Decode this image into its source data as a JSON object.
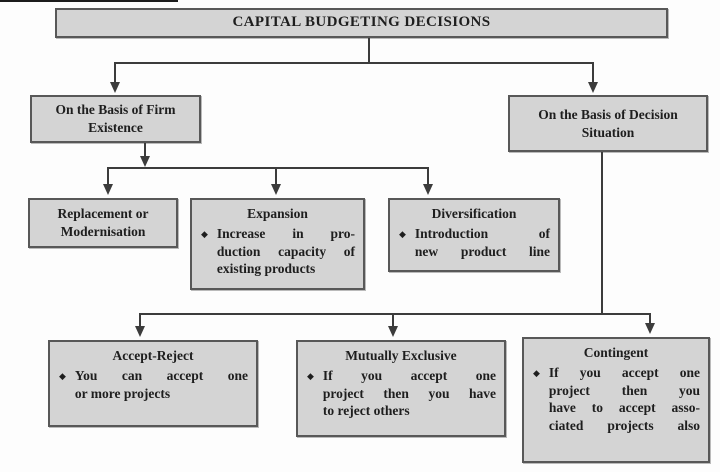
{
  "diagram_title": "Capital budgeting decisions classification flowchart",
  "bullet_glyph": "◆",
  "colors": {
    "box-fill": "#d4d4d4",
    "box-border": "#585858",
    "line": "#3c3c3c",
    "text": "#1e1e1e",
    "page-bg": "#fdfdfd"
  },
  "boxes": {
    "root": {
      "title": "CAPITAL BUDGETING DECISIONS"
    },
    "firm": {
      "lines": [
        "On the Basis of Firm",
        "Existence"
      ]
    },
    "decision": {
      "lines": [
        "On the Basis of Decision",
        "Situation"
      ]
    },
    "replacement": {
      "lines": [
        "Replacement or",
        "Modernisation"
      ]
    },
    "expansion": {
      "title": "Expansion",
      "bullet_lines": [
        "Increase in pro-",
        "duction capacity of",
        "existing products"
      ]
    },
    "diversification": {
      "title": "Diversification",
      "bullet_lines": [
        "Introduction of",
        "new product line"
      ]
    },
    "accept_reject": {
      "title": "Accept-Reject",
      "bullet_lines": [
        "You can accept one",
        "or more projects"
      ]
    },
    "mutually_exclusive": {
      "title": "Mutually Exclusive",
      "bullet_lines": [
        "If you accept one",
        "project then you have",
        "to reject others"
      ]
    },
    "contingent": {
      "title": "Contingent",
      "bullet_lines": [
        "If you accept one",
        "project then you",
        "have to accept asso-",
        "ciated projects also"
      ]
    }
  }
}
